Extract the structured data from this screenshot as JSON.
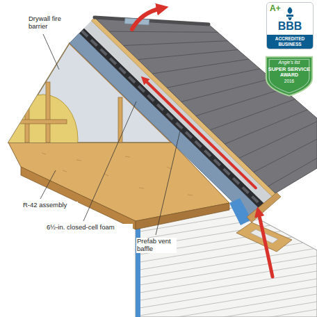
{
  "diagram": {
    "nodes": [
      {
        "text": [
          "A+",
          "BBB",
          "ACCREDITED BUSINESS"
        ]
      },
      {
        "text": [
          "Angie's list",
          "SUPER SERVICE",
          "AWARD",
          "2016"
        ]
      }
    ],
    "labels": [
      "Drywall fire barrier",
      "R-42 assembly",
      "6½-in. closed-cell foam",
      "Prefab vent baffle"
    ]
  }
}
